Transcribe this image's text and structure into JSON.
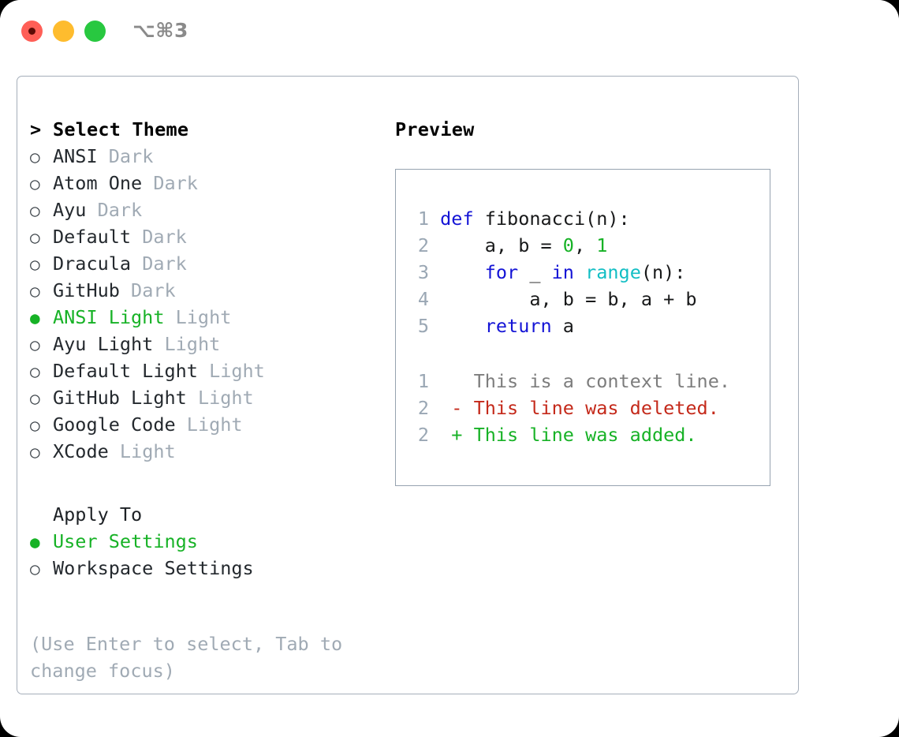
{
  "titlebar": {
    "shortcut": "⌥⌘3",
    "buttons": [
      {
        "name": "close",
        "color": "#ff5f57"
      },
      {
        "name": "minimize",
        "color": "#febc2e"
      },
      {
        "name": "maximize",
        "color": "#28c840"
      }
    ]
  },
  "theme_picker": {
    "heading_marker": "> ",
    "heading": "Select Theme",
    "items": [
      {
        "marker": "○",
        "name": "ANSI",
        "variant": "Dark",
        "selected": false
      },
      {
        "marker": "○",
        "name": "Atom One",
        "variant": "Dark",
        "selected": false
      },
      {
        "marker": "○",
        "name": "Ayu",
        "variant": "Dark",
        "selected": false
      },
      {
        "marker": "○",
        "name": "Default",
        "variant": "Dark",
        "selected": false
      },
      {
        "marker": "○",
        "name": "Dracula",
        "variant": "Dark",
        "selected": false
      },
      {
        "marker": "○",
        "name": "GitHub",
        "variant": "Dark",
        "selected": false
      },
      {
        "marker": "●",
        "name": "ANSI Light",
        "variant": "Light",
        "selected": true
      },
      {
        "marker": "○",
        "name": "Ayu Light",
        "variant": "Light",
        "selected": false
      },
      {
        "marker": "○",
        "name": "Default Light",
        "variant": "Light",
        "selected": false
      },
      {
        "marker": "○",
        "name": "GitHub Light",
        "variant": "Light",
        "selected": false
      },
      {
        "marker": "○",
        "name": "Google Code",
        "variant": "Light",
        "selected": false
      },
      {
        "marker": "○",
        "name": "XCode",
        "variant": "Light",
        "selected": false
      }
    ]
  },
  "apply_to": {
    "heading": "Apply To",
    "options": [
      {
        "marker": "●",
        "label": "User Settings",
        "selected": true
      },
      {
        "marker": "○",
        "label": "Workspace Settings",
        "selected": false
      }
    ]
  },
  "help": {
    "text": "(Use Enter to select, Tab to change focus)"
  },
  "preview": {
    "title": "Preview",
    "code": {
      "language": "python",
      "lines": [
        {
          "no": "1",
          "tokens": [
            {
              "t": "def",
              "c": "kw"
            },
            {
              "t": " ",
              "c": "punc"
            },
            {
              "t": "fibonacci",
              "c": "fn"
            },
            {
              "t": "(n):",
              "c": "punc"
            }
          ]
        },
        {
          "no": "2",
          "tokens": [
            {
              "t": "    a, b = ",
              "c": "id"
            },
            {
              "t": "0",
              "c": "num"
            },
            {
              "t": ", ",
              "c": "punc"
            },
            {
              "t": "1",
              "c": "num"
            }
          ]
        },
        {
          "no": "3",
          "tokens": [
            {
              "t": "    ",
              "c": "punc"
            },
            {
              "t": "for",
              "c": "kw"
            },
            {
              "t": " _ ",
              "c": "id"
            },
            {
              "t": "in",
              "c": "kw"
            },
            {
              "t": " ",
              "c": "punc"
            },
            {
              "t": "range",
              "c": "bi"
            },
            {
              "t": "(n):",
              "c": "punc"
            }
          ]
        },
        {
          "no": "4",
          "tokens": [
            {
              "t": "        a, b = b, a + b",
              "c": "id"
            }
          ]
        },
        {
          "no": "5",
          "tokens": [
            {
              "t": "    ",
              "c": "punc"
            },
            {
              "t": "return",
              "c": "kw"
            },
            {
              "t": " a",
              "c": "id"
            }
          ]
        }
      ]
    },
    "diff": {
      "lines": [
        {
          "no": "1",
          "sign": "  ",
          "text": "This is a context line.",
          "kind": "context"
        },
        {
          "no": "2",
          "sign": "- ",
          "text": "This line was deleted.",
          "kind": "del"
        },
        {
          "no": "2",
          "sign": "+ ",
          "text": "This line was added.",
          "kind": "add"
        }
      ]
    }
  },
  "colors": {
    "accent_green": "#17b226",
    "diff_red": "#c4291a",
    "keyword_blue": "#1414d6",
    "builtin_cyan": "#12bec4",
    "muted_gray": "#a0aab4",
    "lineno_gray": "#9aa7b4",
    "border": "#a5aeba"
  }
}
